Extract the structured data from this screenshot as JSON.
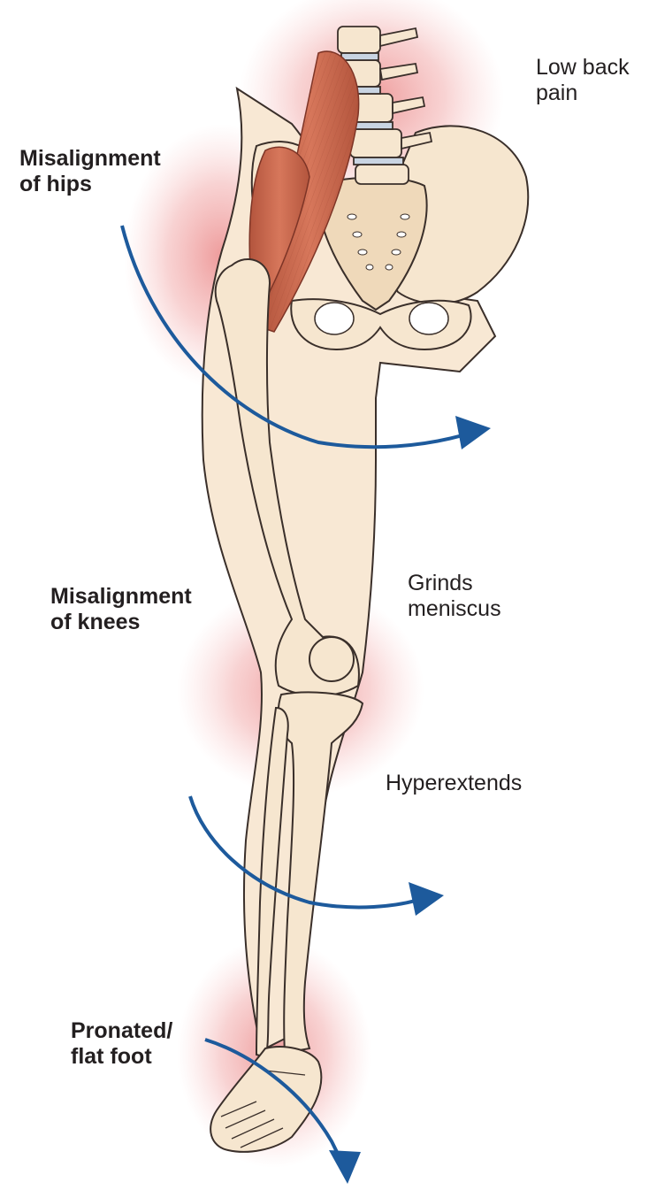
{
  "labels": {
    "low_back_pain": {
      "line1": "Low back",
      "line2": "pain"
    },
    "misalignment_hips": {
      "line1": "Misalignment",
      "line2": "of hips"
    },
    "grinds_meniscus": {
      "line1": "Grinds",
      "line2": "meniscus"
    },
    "misalignment_knees": {
      "line1": "Misalignment",
      "line2": "of knees"
    },
    "hyperextends": "Hyperextends",
    "pronated_flat_foot": {
      "line1": "Pronated/",
      "line2": "flat foot"
    }
  },
  "colors": {
    "bone_fill": "#f6e6cf",
    "bone_outline": "#3a2f2a",
    "skin_fill": "#f8e8d4",
    "muscle": "#c8644a",
    "pain_glow": "#e04a4a",
    "arrow": "#1d5a9c",
    "text": "#231f20"
  }
}
